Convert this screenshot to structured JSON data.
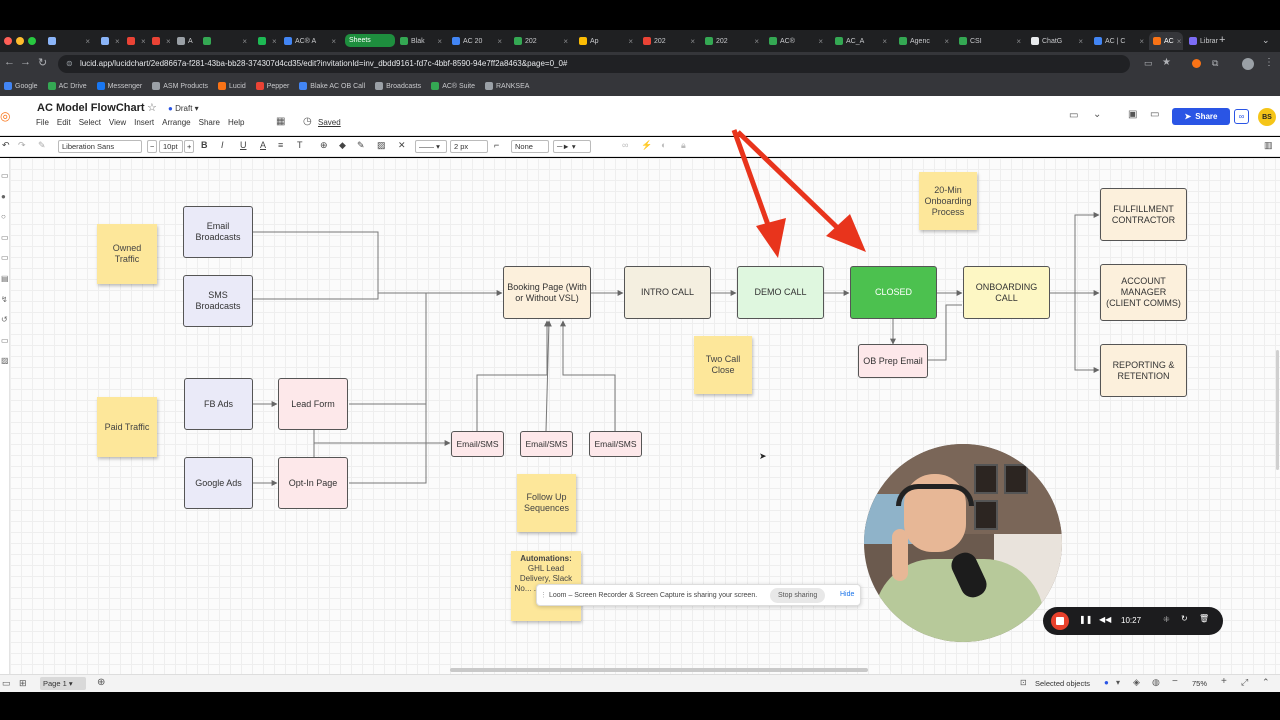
{
  "browser": {
    "tabs": [
      {
        "label": "",
        "color": "#8ab4f8"
      },
      {
        "label": "",
        "color": "#8ab4f8"
      },
      {
        "label": "",
        "color": "#ea4335"
      },
      {
        "label": "",
        "color": "#ea4335"
      },
      {
        "label": "A",
        "color": "#9aa0a6"
      },
      {
        "label": "",
        "color": "#34a853"
      },
      {
        "label": "",
        "color": "#1db954"
      },
      {
        "label": "AC® A",
        "color": "#4285f4"
      },
      {
        "label": "Sheets",
        "color": "#1e8e3e"
      },
      {
        "label": "Blak",
        "color": "#34a853"
      },
      {
        "label": "AC 20",
        "color": "#4285f4"
      },
      {
        "label": "202",
        "color": "#34a853"
      },
      {
        "label": "Ap",
        "color": "#fbbc04"
      },
      {
        "label": "202",
        "color": "#ea4335"
      },
      {
        "label": "202",
        "color": "#34a853"
      },
      {
        "label": "AC®",
        "color": "#34a853"
      },
      {
        "label": "AC_A",
        "color": "#34a853"
      },
      {
        "label": "Agenc",
        "color": "#34a853"
      },
      {
        "label": "CSI",
        "color": "#34a853"
      },
      {
        "label": "ChatG",
        "color": "#e8eaed"
      },
      {
        "label": "AC | C",
        "color": "#4285f4"
      },
      {
        "label": "AC",
        "color": "#f97316"
      },
      {
        "label": "Librar",
        "color": "#7c6cf5"
      }
    ],
    "new_tab": "+",
    "url": "lucid.app/lucidchart/2ed8667a-f281-43ba-bb28-374307d4cd35/edit?invitationId=inv_dbdd9161-fd7c-4bbf-8590-94e7ff2a8463&page=0_0#",
    "bookmarks": [
      {
        "label": "Google",
        "color": "#4285f4"
      },
      {
        "label": "AC Drive",
        "color": "#34a853"
      },
      {
        "label": "Messenger",
        "color": "#1877f2"
      },
      {
        "label": "ASM Products",
        "color": "#9aa0a6"
      },
      {
        "label": "Lucid",
        "color": "#f97316"
      },
      {
        "label": "Pepper",
        "color": "#ea4335"
      },
      {
        "label": "Blake AC OB Call",
        "color": "#4285f4"
      },
      {
        "label": "Broadcasts",
        "color": "#9aa0a6"
      },
      {
        "label": "AC® Suite",
        "color": "#34a853"
      },
      {
        "label": "RANKSEA",
        "color": "#9aa0a6"
      }
    ]
  },
  "app": {
    "title": "AC Model FlowChart",
    "status": "Draft",
    "menus": [
      "File",
      "Edit",
      "Select",
      "View",
      "Insert",
      "Arrange",
      "Share",
      "Help"
    ],
    "saved": "Saved",
    "share": "Share",
    "avatar": "BS"
  },
  "toolbar": {
    "font": "Liberation Sans",
    "font_size": "10pt",
    "minus": "−",
    "plus": "+",
    "bold": "B",
    "italic": "I",
    "underline": "U",
    "text_color": "A",
    "line_width": "2 px",
    "arrow_start": "None"
  },
  "diagram": {
    "stickies": {
      "owned_traffic": "Owned Traffic",
      "paid_traffic": "Paid Traffic",
      "two_call_close": "Two Call Close",
      "onboarding_process": "20-Min Onboarding Process",
      "follow_up": "Follow Up Sequences",
      "automations_title": "Automations:",
      "automations_body": "GHL Lead Delivery, Slack No... ... Spre..., ..."
    },
    "nodes": {
      "email_broadcasts": "Email Broadcasts",
      "sms_broadcasts": "SMS Broadcasts",
      "fb_ads": "FB Ads",
      "google_ads": "Google Ads",
      "lead_form": "Lead Form",
      "opt_in_page": "Opt-In Page",
      "booking_page": "Booking Page (With or Without VSL)",
      "email_sms_1": "Email/SMS",
      "email_sms_2": "Email/SMS",
      "email_sms_3": "Email/SMS",
      "intro_call": "INTRO CALL",
      "demo_call": "DEMO CALL",
      "closed": "CLOSED",
      "ob_prep_email": "OB Prep Email",
      "onboarding_call": "ONBOARDING CALL",
      "fulfillment_contractor": "FULFILLMENT CONTRACTOR",
      "account_manager": "ACCOUNT MANAGER (CLIENT COMMS)",
      "reporting_retention": "REPORTING & RETENTION"
    },
    "annotation_color": "#e8341c"
  },
  "loom": {
    "message": "Loom – Screen Recorder & Screen Capture is sharing your screen.",
    "stop": "Stop sharing",
    "hide": "Hide",
    "timer": "10:27"
  },
  "statusbar": {
    "page": "Page 1",
    "selected": "Selected objects",
    "zoom": "75%"
  }
}
